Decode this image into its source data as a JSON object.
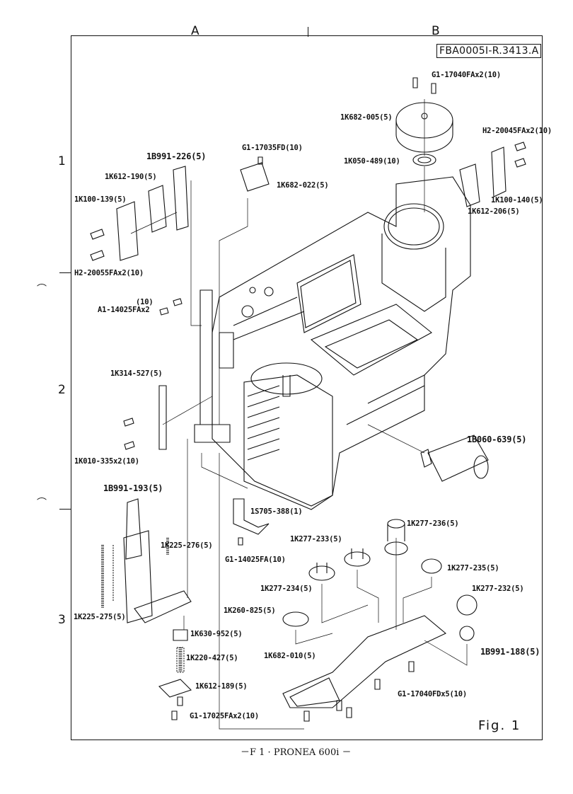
{
  "document_id": "FBA0005I-R.3413.A",
  "grid": {
    "columns": [
      "A",
      "B"
    ],
    "rows": [
      "1",
      "2",
      "3"
    ]
  },
  "figure_label": "Fig. 1",
  "footer": "－F 1 · PRONEA 600i －",
  "parts": [
    {
      "id": "g1-17040fax2",
      "label": "G1-17040FAx2(10)"
    },
    {
      "id": "1k682-005",
      "label": "1K682-005(5)"
    },
    {
      "id": "h2-20045fax2",
      "label": "H2-20045FAx2(10)"
    },
    {
      "id": "1k050-489",
      "label": "1K050-489(10)"
    },
    {
      "id": "1k100-140",
      "label": "1K100-140(5)"
    },
    {
      "id": "1k612-206",
      "label": "1K612-206(5)"
    },
    {
      "id": "g1-17035fd",
      "label": "G1-17035FD(10)"
    },
    {
      "id": "1k682-022",
      "label": "1K682-022(5)"
    },
    {
      "id": "1b991-226",
      "label": "1B991-226(5)"
    },
    {
      "id": "1k612-190",
      "label": "1K612-190(5)"
    },
    {
      "id": "1k100-139",
      "label": "1K100-139(5)"
    },
    {
      "id": "h2-20055fax2",
      "label": "H2-20055FAx2(10)"
    },
    {
      "id": "a1-14025fax2-qty",
      "label": "(10)"
    },
    {
      "id": "a1-14025fax2",
      "label": "A1-14025FAx2"
    },
    {
      "id": "1k314-527",
      "label": "1K314-527(5)"
    },
    {
      "id": "1k010-335x2",
      "label": "1K010-335x2(10)"
    },
    {
      "id": "1b060-639",
      "label": "1B060-639(5)"
    },
    {
      "id": "1b991-193",
      "label": "1B991-193(5)"
    },
    {
      "id": "1s705-388",
      "label": "1S705-388(1)"
    },
    {
      "id": "g1-14025fa",
      "label": "G1-14025FA(10)"
    },
    {
      "id": "1k225-276",
      "label": "1K225-276(5)"
    },
    {
      "id": "1k277-236",
      "label": "1K277-236(5)"
    },
    {
      "id": "1k277-233",
      "label": "1K277-233(5)"
    },
    {
      "id": "1k277-235",
      "label": "1K277-235(5)"
    },
    {
      "id": "1k277-234",
      "label": "1K277-234(5)"
    },
    {
      "id": "1k277-232",
      "label": "1K277-232(5)"
    },
    {
      "id": "1k260-825",
      "label": "1K260-825(5)"
    },
    {
      "id": "1k225-275",
      "label": "1K225-275(5)"
    },
    {
      "id": "1k630-952",
      "label": "1K630-952(5)"
    },
    {
      "id": "1k682-010",
      "label": "1K682-010(5)"
    },
    {
      "id": "1b991-188",
      "label": "1B991-188(5)"
    },
    {
      "id": "1k220-427",
      "label": "1K220-427(5)"
    },
    {
      "id": "g1-17040fdx5",
      "label": "G1-17040FDx5(10)"
    },
    {
      "id": "1k612-189",
      "label": "1K612-189(5)"
    },
    {
      "id": "g1-17025fax2",
      "label": "G1-17025FAx2(10)"
    }
  ]
}
